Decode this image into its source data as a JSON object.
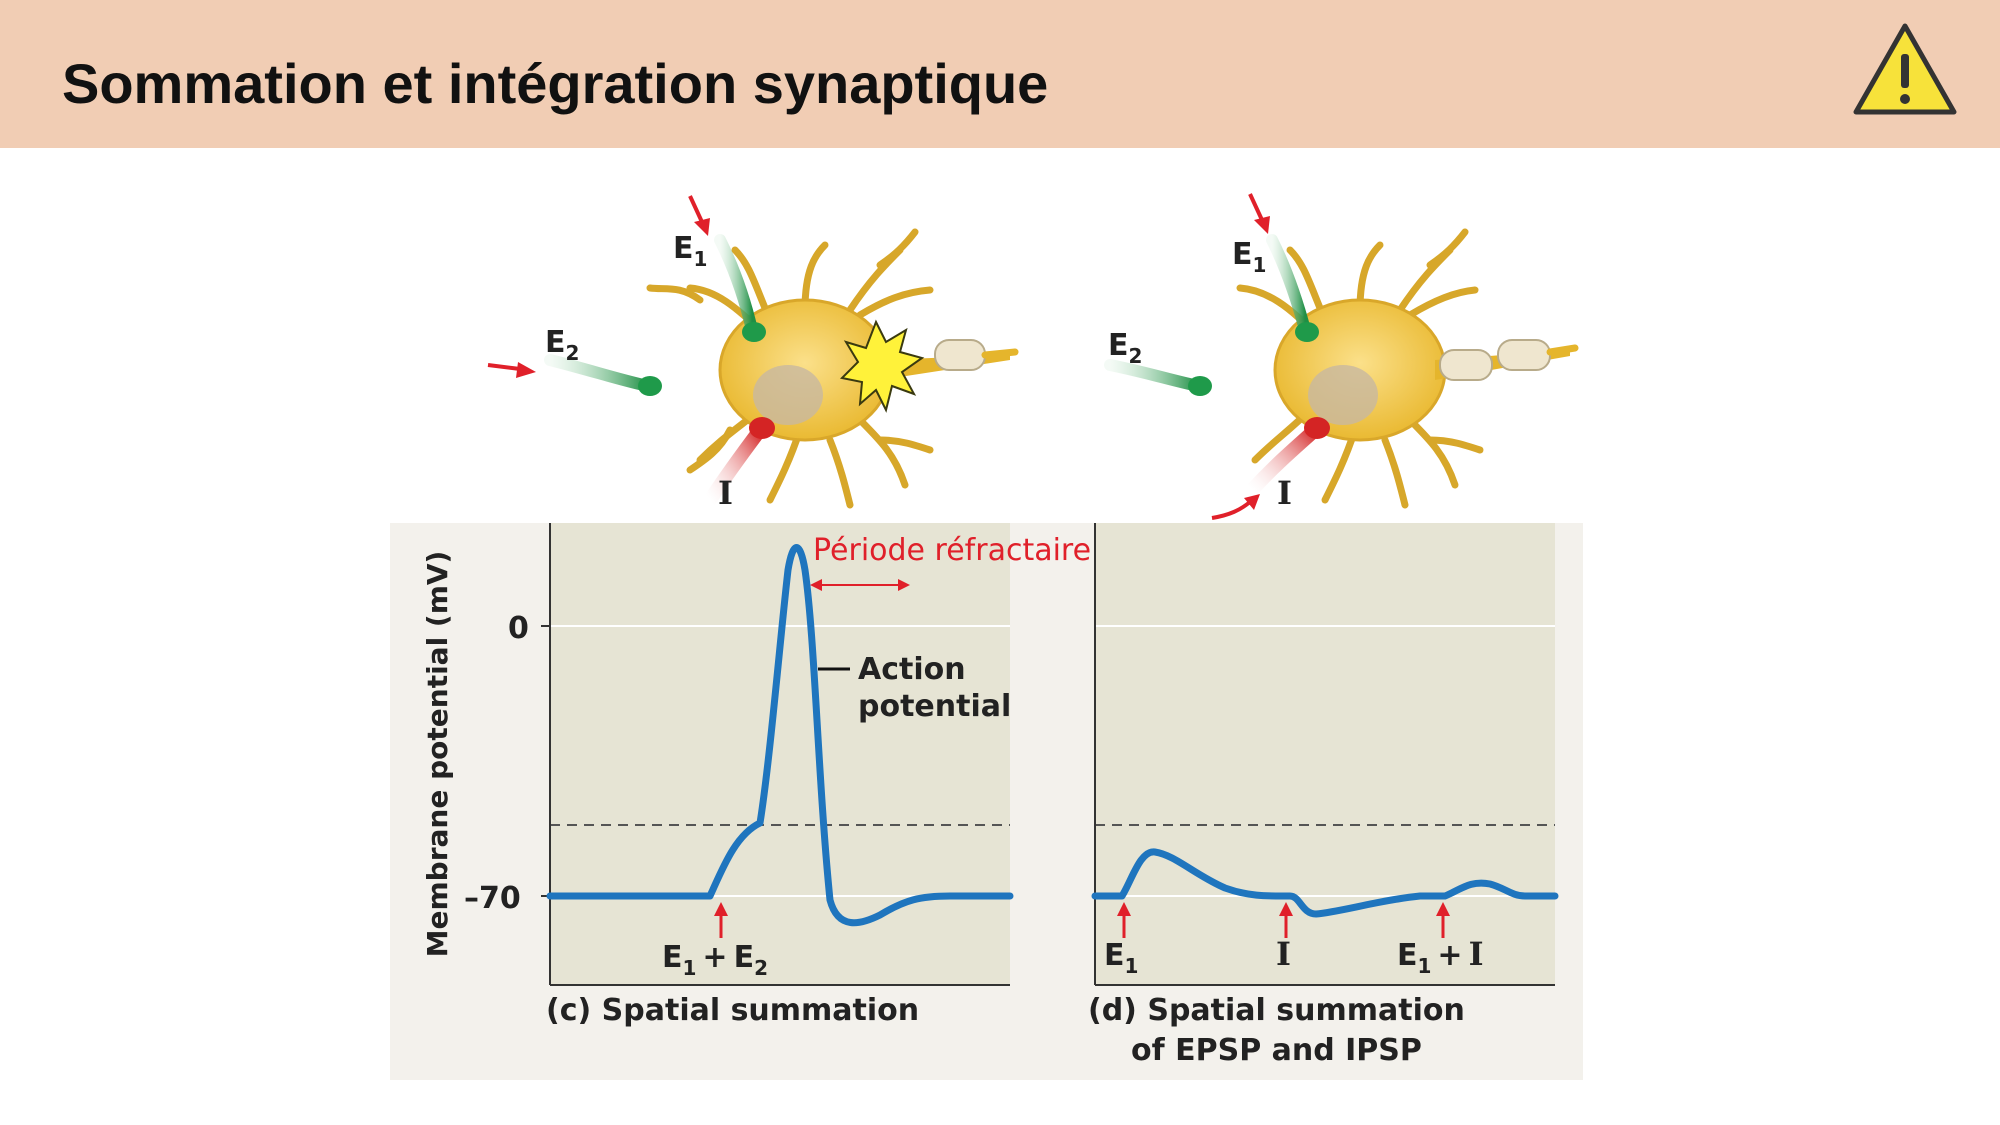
{
  "slide": {
    "title": "Sommation et intégration synaptique",
    "warning_icon": "warning-triangle-icon"
  },
  "neuron_left": {
    "inputs": [
      {
        "label": "E",
        "sub": "1"
      },
      {
        "label": "E",
        "sub": "2"
      },
      {
        "label": "I"
      }
    ]
  },
  "neuron_right": {
    "inputs": [
      {
        "label": "E",
        "sub": "1"
      },
      {
        "label": "E",
        "sub": "2"
      },
      {
        "label": "I"
      }
    ]
  },
  "panel_c": {
    "y_axis_label": "Membrane potential (mV)",
    "y_ticks": [
      "0",
      "–70"
    ],
    "annotation_red": "Période réfractaire",
    "annotation_ap_line1": "Action",
    "annotation_ap_line2": "potential",
    "stimulus": {
      "a": "E",
      "a_sub": "1",
      "plus": "+",
      "b": "E",
      "b_sub": "2"
    },
    "caption": "(c) Spatial summation"
  },
  "panel_d": {
    "stimuli": [
      {
        "label": "E",
        "sub": "1"
      },
      {
        "label": "I"
      },
      {
        "label": "E",
        "sub": "1",
        "plus": "+",
        "second": "I"
      }
    ],
    "caption_line1": "(d) Spatial summation",
    "caption_line2": "of EPSP and IPSP"
  },
  "colors": {
    "header_bg": "#f1cdb4",
    "panel_bg": "#e6e4d4",
    "trace": "#1f75be",
    "red": "#e0202a",
    "neuron": "#f2c23a",
    "excitatory": "#1f9a4a",
    "inhibitory": "#d92a2a"
  }
}
